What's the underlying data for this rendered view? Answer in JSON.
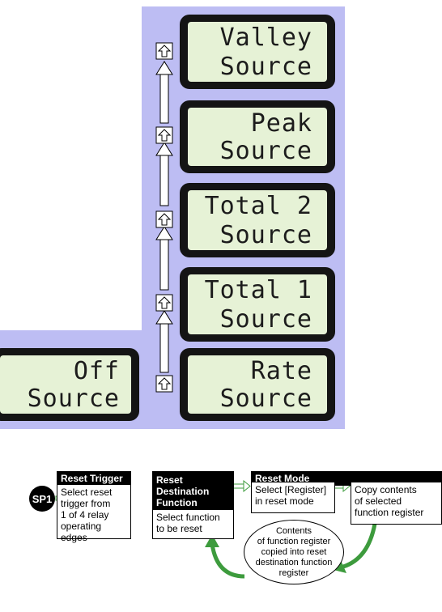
{
  "lcd_screens": [
    {
      "id": "valley",
      "line1": "Valley",
      "line2": "Source"
    },
    {
      "id": "peak",
      "line1": "Peak",
      "line2": "Source"
    },
    {
      "id": "total2",
      "line1": "Total 2",
      "line2": "Source"
    },
    {
      "id": "total1",
      "line1": "Total 1",
      "line2": "Source"
    },
    {
      "id": "rate",
      "line1": "Rate",
      "line2": "Source"
    },
    {
      "id": "off",
      "line1": "Off",
      "line2": "Source"
    }
  ],
  "flow": {
    "sp1": "SP1",
    "reset_trigger": {
      "title": "Reset Trigger",
      "text": [
        "Select reset",
        "trigger from",
        "1 of 4 relay",
        "operating",
        "edges"
      ]
    },
    "reset_destination": {
      "title": [
        "Reset",
        "Destination",
        "Function"
      ],
      "text": [
        "Select function",
        "to be reset"
      ]
    },
    "reset_mode": {
      "title": "Reset Mode",
      "text": [
        "Select [Register]",
        "in reset mode"
      ]
    },
    "copy_contents": {
      "text": [
        "Copy contents",
        "of selected",
        "function register"
      ]
    },
    "contents_bubble": {
      "text": [
        "Contents",
        "of function register",
        "copied into reset",
        "destination function",
        "register"
      ]
    }
  },
  "colors": {
    "panel": "#bdbdf3",
    "lcd": "#e6f2d6",
    "bezel": "#141414",
    "arrow_green": "#3d9b3d"
  }
}
